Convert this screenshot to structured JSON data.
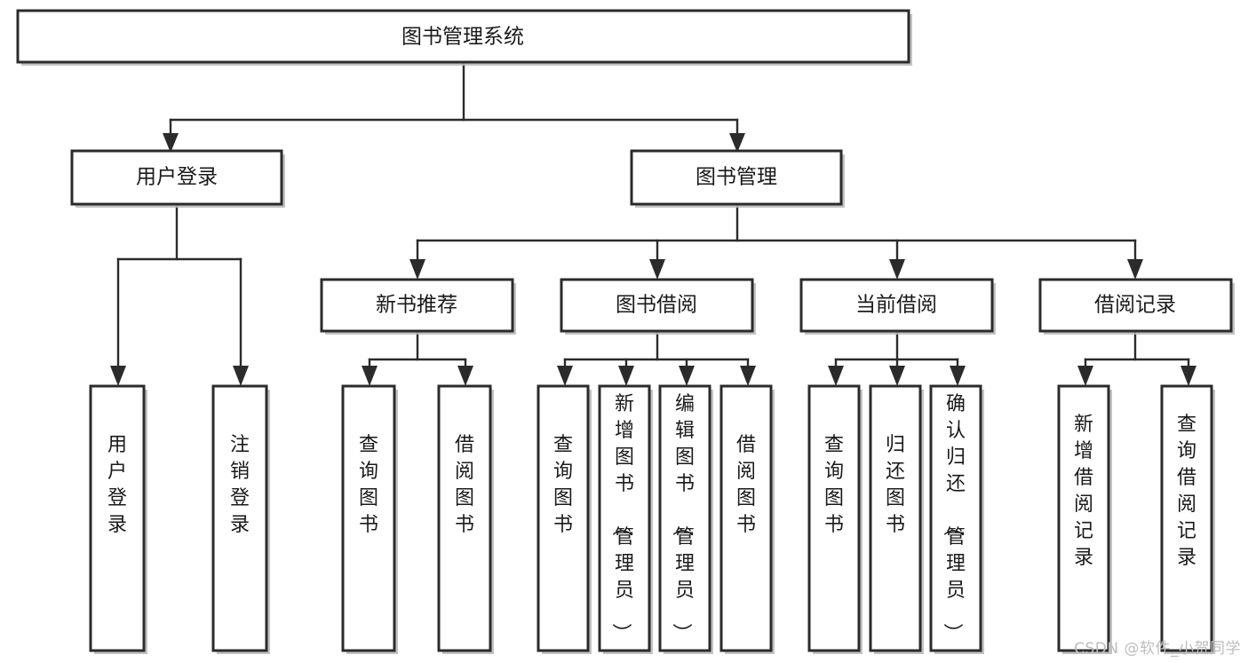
{
  "diagram": {
    "type": "tree-hierarchy",
    "title": "图书管理系统",
    "watermark": "CSDN @软件_小贺同学",
    "colors": {
      "box_stroke": "#2b2b2b",
      "box_fill": "#ffffff",
      "edge": "#2b2b2b",
      "shadow": "#b9b9b9",
      "text": "#1a1a1a",
      "watermark": "#bdbdbd",
      "background": "#ffffff"
    },
    "nodes": {
      "root": {
        "label": "图书管理系统",
        "orientation": "horizontal"
      },
      "level2": [
        {
          "id": "user-login",
          "label": "用户登录",
          "orientation": "horizontal"
        },
        {
          "id": "book-manage",
          "label": "图书管理",
          "orientation": "horizontal"
        }
      ],
      "level3": [
        {
          "id": "new-book-rec",
          "label": "新书推荐",
          "orientation": "horizontal"
        },
        {
          "id": "book-borrow",
          "label": "图书借阅",
          "orientation": "horizontal"
        },
        {
          "id": "current-borrow",
          "label": "当前借阅",
          "orientation": "horizontal"
        },
        {
          "id": "borrow-record",
          "label": "借阅记录",
          "orientation": "horizontal"
        }
      ],
      "leaves": {
        "user-login": [
          {
            "id": "leaf-user-login",
            "label": "用户登录",
            "orientation": "vertical"
          },
          {
            "id": "leaf-user-logout",
            "label": "注销登录",
            "orientation": "vertical"
          }
        ],
        "new-book-rec": [
          {
            "id": "leaf-query-book-1",
            "label": "查询图书",
            "orientation": "vertical"
          },
          {
            "id": "leaf-borrow-book-1",
            "label": "借阅图书",
            "orientation": "vertical"
          }
        ],
        "book-borrow": [
          {
            "id": "leaf-query-book-2",
            "label": "查询图书",
            "orientation": "vertical"
          },
          {
            "id": "leaf-add-book",
            "label": "新增图书（管理员）",
            "orientation": "vertical"
          },
          {
            "id": "leaf-edit-book",
            "label": "编辑图书（管理员）",
            "orientation": "vertical"
          },
          {
            "id": "leaf-borrow-book-2",
            "label": "借阅图书",
            "orientation": "vertical"
          }
        ],
        "current-borrow": [
          {
            "id": "leaf-query-book-3",
            "label": "查询图书",
            "orientation": "vertical"
          },
          {
            "id": "leaf-return-book",
            "label": "归还图书",
            "orientation": "vertical"
          },
          {
            "id": "leaf-confirm-return",
            "label": "确认归还（管理员）",
            "orientation": "vertical"
          }
        ],
        "borrow-record": [
          {
            "id": "leaf-add-record",
            "label": "新增借阅记录",
            "orientation": "vertical"
          },
          {
            "id": "leaf-query-record",
            "label": "查询借阅记录",
            "orientation": "vertical"
          }
        ]
      }
    }
  }
}
